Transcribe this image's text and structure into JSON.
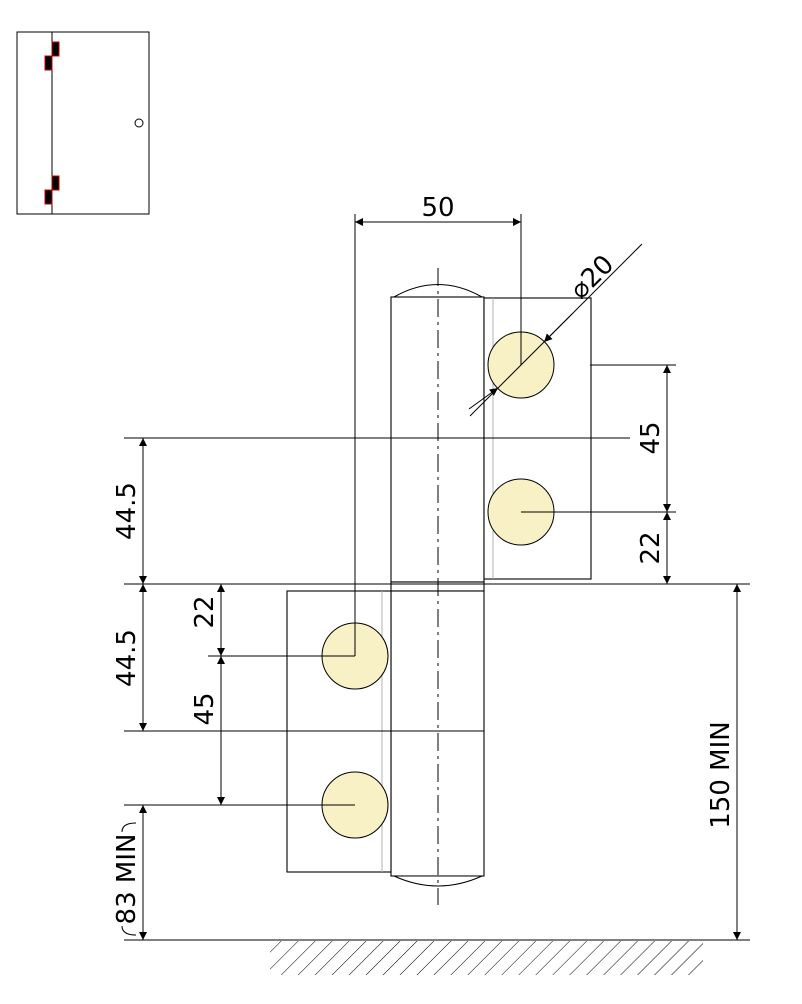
{
  "colors": {
    "hole_fill": "#f8f1c6",
    "leaf_marker": "#000000",
    "leaf_marker_outline": "#cc0000",
    "line": "#000000"
  },
  "dimensions": {
    "offset_50": "50",
    "diameter": "20",
    "diameter_symbol": "⌀",
    "upper_pitch": "45",
    "upper_edge": "22",
    "upper_total": "44.5",
    "lower_edge": "22",
    "lower_total": "44.5",
    "lower_pitch": "45",
    "floor_clearance": "150 MIN",
    "bottom_clearance": "83 MIN"
  }
}
